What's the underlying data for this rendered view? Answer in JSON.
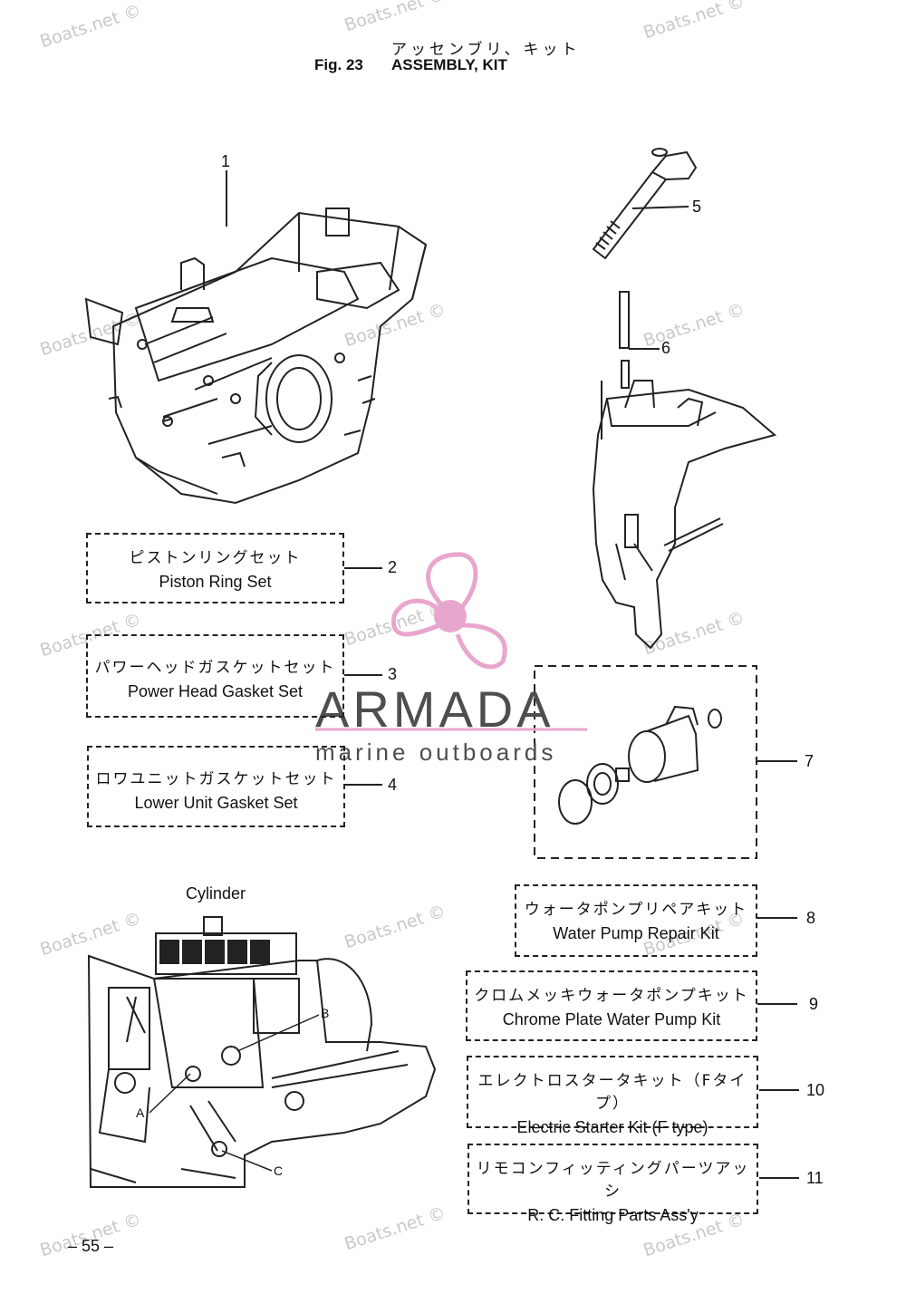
{
  "header": {
    "title_jp": "アッセンブリ、キット",
    "fig_no": "Fig. 23",
    "title_en": "ASSEMBLY, KIT"
  },
  "callouts": [
    "1",
    "5",
    "6",
    "7"
  ],
  "kits": [
    {
      "num": "2",
      "jp": "ピストンリングセット",
      "en": "Piston Ring Set"
    },
    {
      "num": "3",
      "jp": "パワーヘッドガスケットセット",
      "en": "Power Head Gasket Set"
    },
    {
      "num": "4",
      "jp": "ロワユニットガスケットセット",
      "en": "Lower Unit Gasket Set"
    },
    {
      "num": "8",
      "jp": "ウォータポンプリペアキット",
      "en": "Water Pump Repair Kit"
    },
    {
      "num": "9",
      "jp": "クロムメッキウォータポンプキット",
      "en": "Chrome Plate Water  Pump Kit"
    },
    {
      "num": "10",
      "jp": "エレクトロスタータキット（Fタイプ）",
      "en": "Electric Starter Kit (F type)"
    },
    {
      "num": "11",
      "jp": "リモコンフィッティングパーツアッシ",
      "en": "R. C. Fitting Parts Ass'y"
    }
  ],
  "cylinder": {
    "label": "Cylinder",
    "points": [
      "A",
      "B",
      "C"
    ]
  },
  "watermark": {
    "text": "Boats.net ©",
    "brand": "ARMADA",
    "brand_sub": "marine outboards",
    "brand_color": "#e8a6cf"
  },
  "footer": {
    "page": "– 55 –"
  }
}
